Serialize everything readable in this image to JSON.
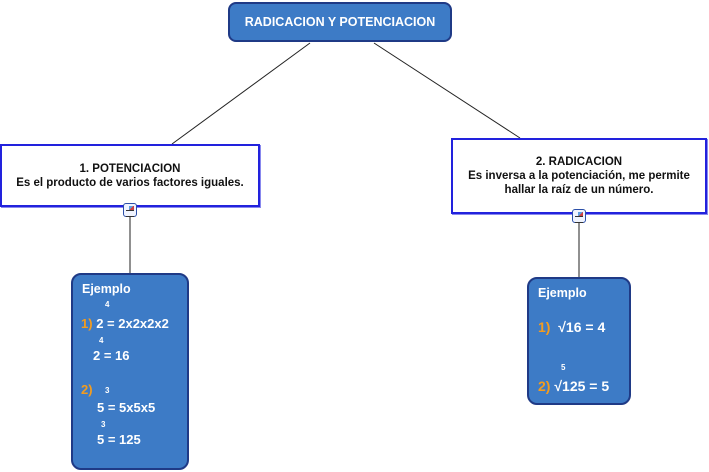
{
  "root": {
    "title": "RADICACION Y POTENCIACION"
  },
  "colors": {
    "node_fill": "#3d7bc6",
    "node_border": "#1f3a86",
    "concept_border": "#2222dd",
    "enum_color": "#f39c1f"
  },
  "concepts": [
    {
      "heading": "1. POTENCIACION",
      "lines": [
        "Es el producto de varios factores iguales."
      ],
      "icon": "note-icon"
    },
    {
      "heading": "2. RADICACION",
      "lines": [
        "Es inversa a la potenciación, me permite",
        "hallar la raíz de un número."
      ],
      "icon": "note-icon"
    }
  ],
  "examples": [
    {
      "title": "Ejemplo",
      "items": [
        {
          "num": "1)",
          "exp1": "4",
          "expr1": "2 = 2x2x2x2",
          "exp2": "4",
          "expr2": "2 = 16"
        },
        {
          "num": "2)",
          "exp1": "3",
          "expr1": "5 = 5x5x5",
          "exp2": "3",
          "expr2": "5 = 125"
        }
      ]
    },
    {
      "title": "Ejemplo",
      "items": [
        {
          "num": "1)",
          "expr": "√16 = 4"
        },
        {
          "num": "2)",
          "index": "5",
          "expr": "√125 = 5"
        }
      ]
    }
  ]
}
